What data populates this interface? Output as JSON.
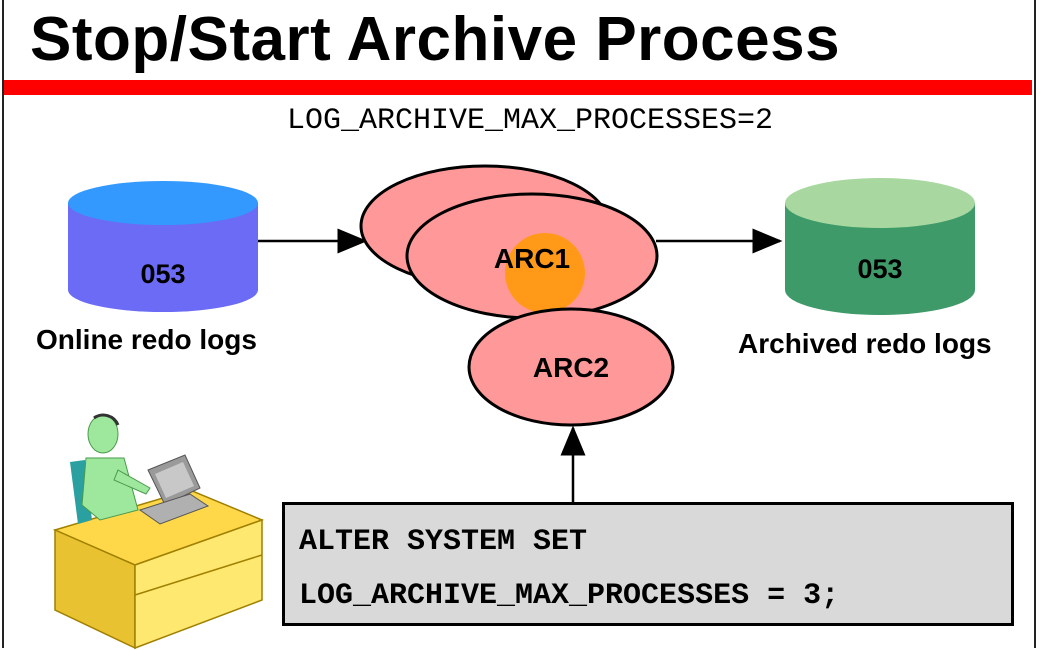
{
  "title": "Stop/Start Archive Process",
  "parameter_line": "LOG_ARCHIVE_MAX_PROCESSES=2",
  "online_logs": {
    "number": "053",
    "label": "Online redo logs",
    "top_color": "#3399ff",
    "body_color": "#6b6bf5"
  },
  "archived_logs": {
    "number": "053",
    "label": "Archived redo logs",
    "top_color": "#a8d8a0",
    "body_color": "#3f9a6a"
  },
  "processes": [
    {
      "name": "ARC1",
      "color": "#ff9999"
    },
    {
      "name": "ARC2",
      "color": "#ff9999"
    }
  ],
  "command": {
    "line1": "ALTER SYSTEM SET",
    "line2": "LOG_ARCHIVE_MAX_PROCESSES = 3;"
  },
  "colors": {
    "accent_bar": "#ff0000",
    "command_bg": "#d9d9d9",
    "highlight": "#ff9900"
  }
}
